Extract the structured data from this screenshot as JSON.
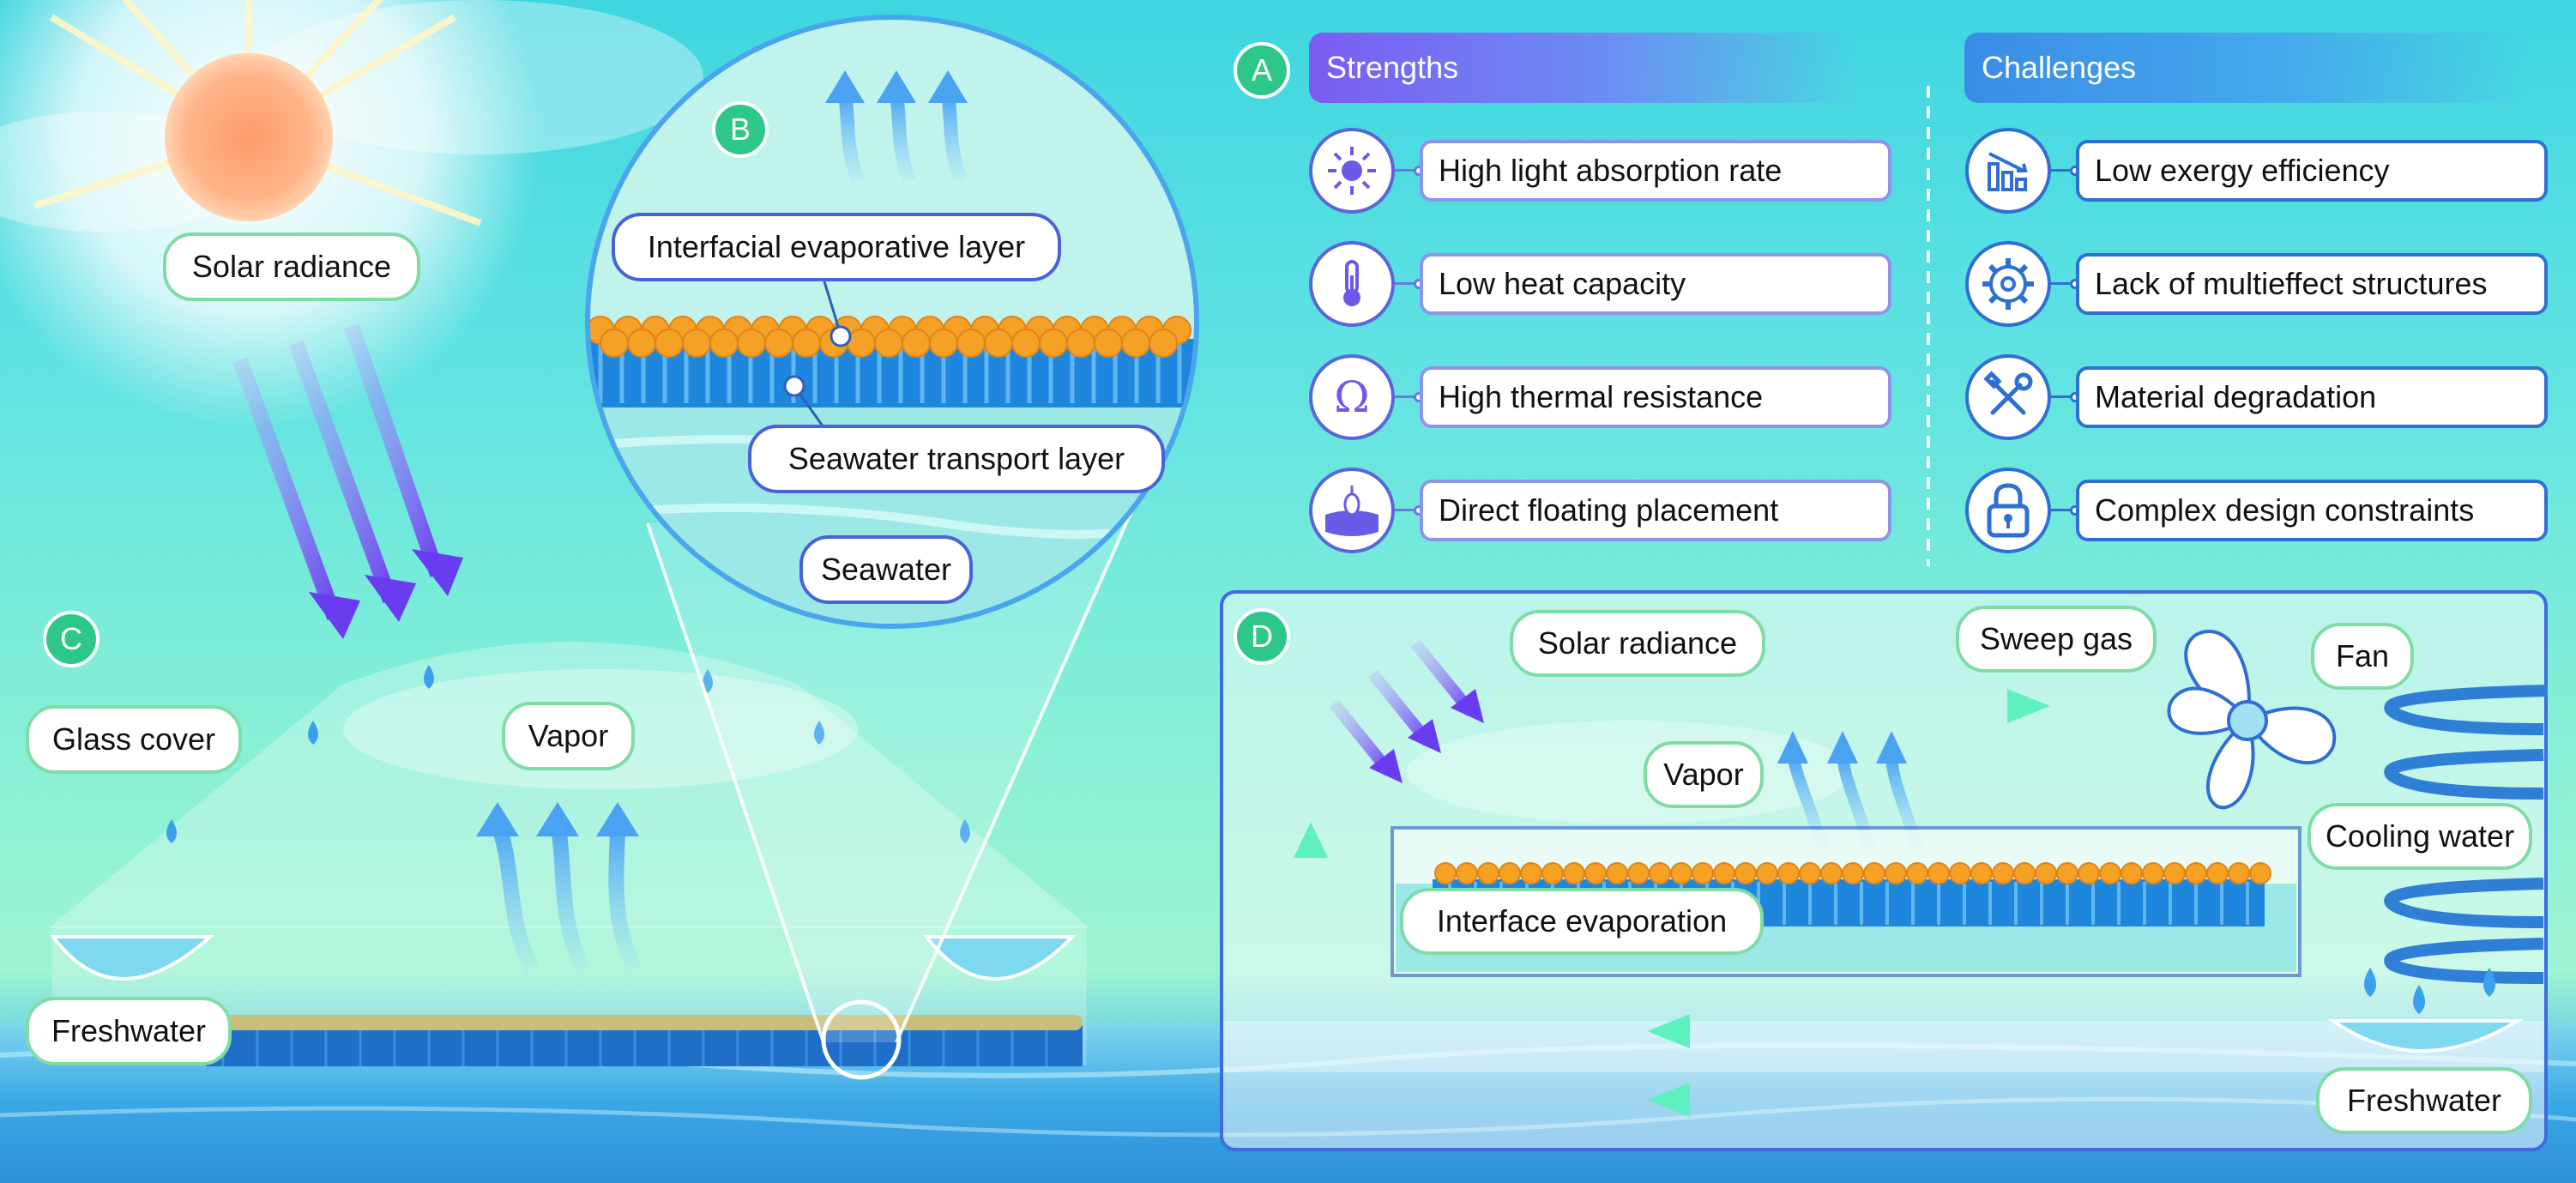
{
  "colors": {
    "strength_accent": "#7b5cf2",
    "challenge_accent": "#3a8de6",
    "badge_green": "#2ec78a",
    "arrow_purple": "#6a3cf0",
    "arrow_blue": "#4aa3f0",
    "arrow_green": "#5ff0c0",
    "absorber_orange": "#f4a126",
    "transport_blue": "#1f7fd6"
  },
  "badges": {
    "a": "A",
    "b": "B",
    "c": "C",
    "d": "D"
  },
  "panel_a": {
    "strengths_title": "Strengths",
    "challenges_title": "Challenges",
    "strengths": [
      {
        "label": "High light absorption rate",
        "icon": "sun-icon"
      },
      {
        "label": "Low heat capacity",
        "icon": "thermometer-icon"
      },
      {
        "label": "High thermal resistance",
        "icon": "ohm-icon"
      },
      {
        "label": "Direct floating placement",
        "icon": "float-icon"
      }
    ],
    "challenges": [
      {
        "label": "Low exergy efficiency",
        "icon": "declining-bars-icon"
      },
      {
        "label": "Lack of multieffect structures",
        "icon": "gear-icon"
      },
      {
        "label": "Material degradation",
        "icon": "tools-icon"
      },
      {
        "label": "Complex design constraints",
        "icon": "padlock-icon"
      }
    ]
  },
  "panel_b": {
    "layer_top": "Interfacial evaporative layer",
    "layer_bottom": "Seawater transport layer",
    "water": "Seawater"
  },
  "panel_c": {
    "solar": "Solar radiance",
    "glass": "Glass cover",
    "vapor": "Vapor",
    "freshwater": "Freshwater"
  },
  "panel_d": {
    "solar": "Solar radiance",
    "sweep": "Sweep gas",
    "fan": "Fan",
    "vapor": "Vapor",
    "cooling": "Cooling water",
    "interface": "Interface evaporation",
    "freshwater": "Freshwater"
  }
}
